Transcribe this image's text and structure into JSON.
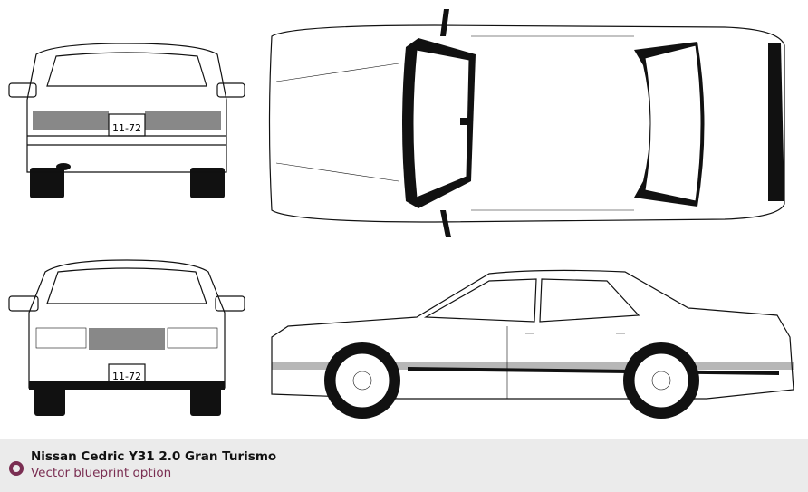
{
  "caption": {
    "title": "Nissan Cedric Y31 2.0 Gran Turismo",
    "subtitle": "Vector blueprint option",
    "icon": "circle-bullet-icon",
    "accent_color": "#7a2e52"
  },
  "plates": {
    "rear": "11-72",
    "front": "11-72"
  }
}
